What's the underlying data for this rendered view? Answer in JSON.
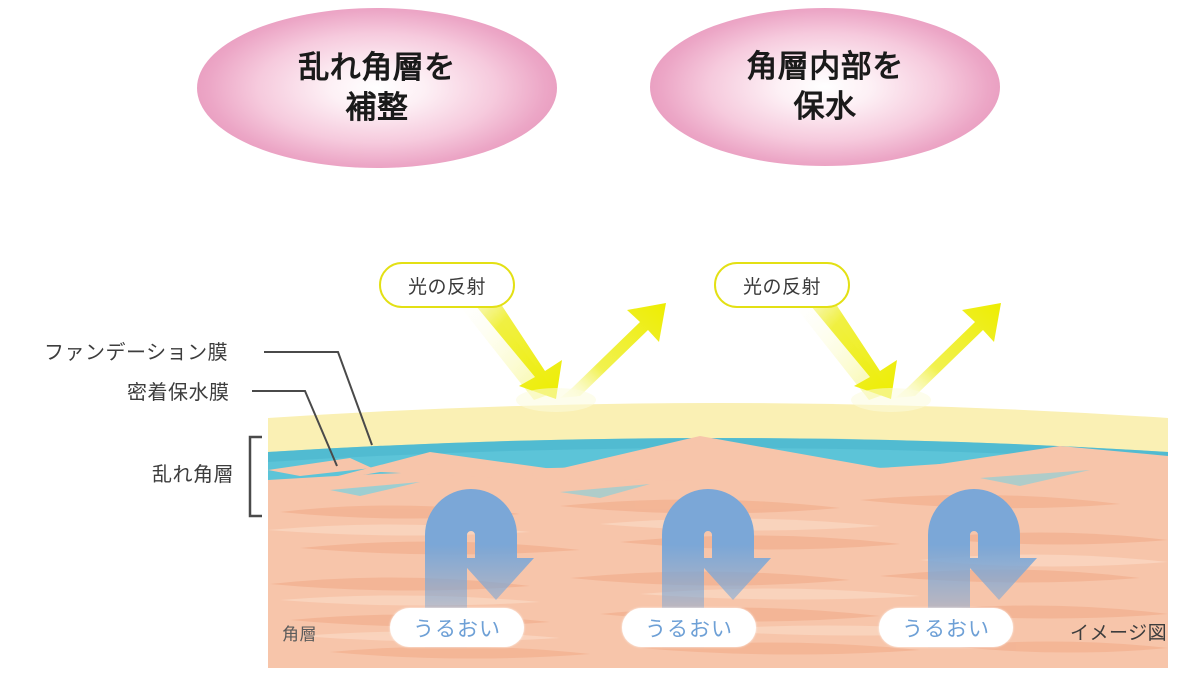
{
  "figure": {
    "title_callouts": [
      {
        "id": "correct-disordered-corneum",
        "text": "乱れ角層を\n補整"
      },
      {
        "id": "moisturize-inner-corneum",
        "text": "角層内部を\n保水"
      }
    ],
    "light_callouts": [
      {
        "id": "light-reflection-left",
        "text": "光の反射"
      },
      {
        "id": "light-reflection-right",
        "text": "光の反射"
      }
    ],
    "side_labels": [
      {
        "id": "foundation-film",
        "text": "ファンデーション膜"
      },
      {
        "id": "adhesion-water-film",
        "text": "密着保水膜"
      },
      {
        "id": "disordered-corneum-layer",
        "text": "乱れ角層"
      }
    ],
    "moisture_labels": [
      {
        "id": "moisture-1",
        "text": "うるおい"
      },
      {
        "id": "moisture-2",
        "text": "うるおい"
      },
      {
        "id": "moisture-3",
        "text": "うるおい"
      }
    ],
    "in_diagram_labels": {
      "corneum": "角層",
      "image_note": "イメージ図"
    },
    "colors": {
      "ellipse_edge": "#e48fb6",
      "ellipse_center": "#ffffff",
      "callout_border": "#e3e014",
      "foundation_film": "#faf0b4",
      "water_film": "#5cc4d8",
      "corneum": "#f7c5aa",
      "corneum_texture": "#f3b393",
      "light_arrow": "#eeee11",
      "moisture_arrow": "#7ba7d7",
      "moisture_text": "#6ea0d6",
      "leader_line": "#4a4a4a",
      "label_text": "#3d3d3d"
    }
  }
}
